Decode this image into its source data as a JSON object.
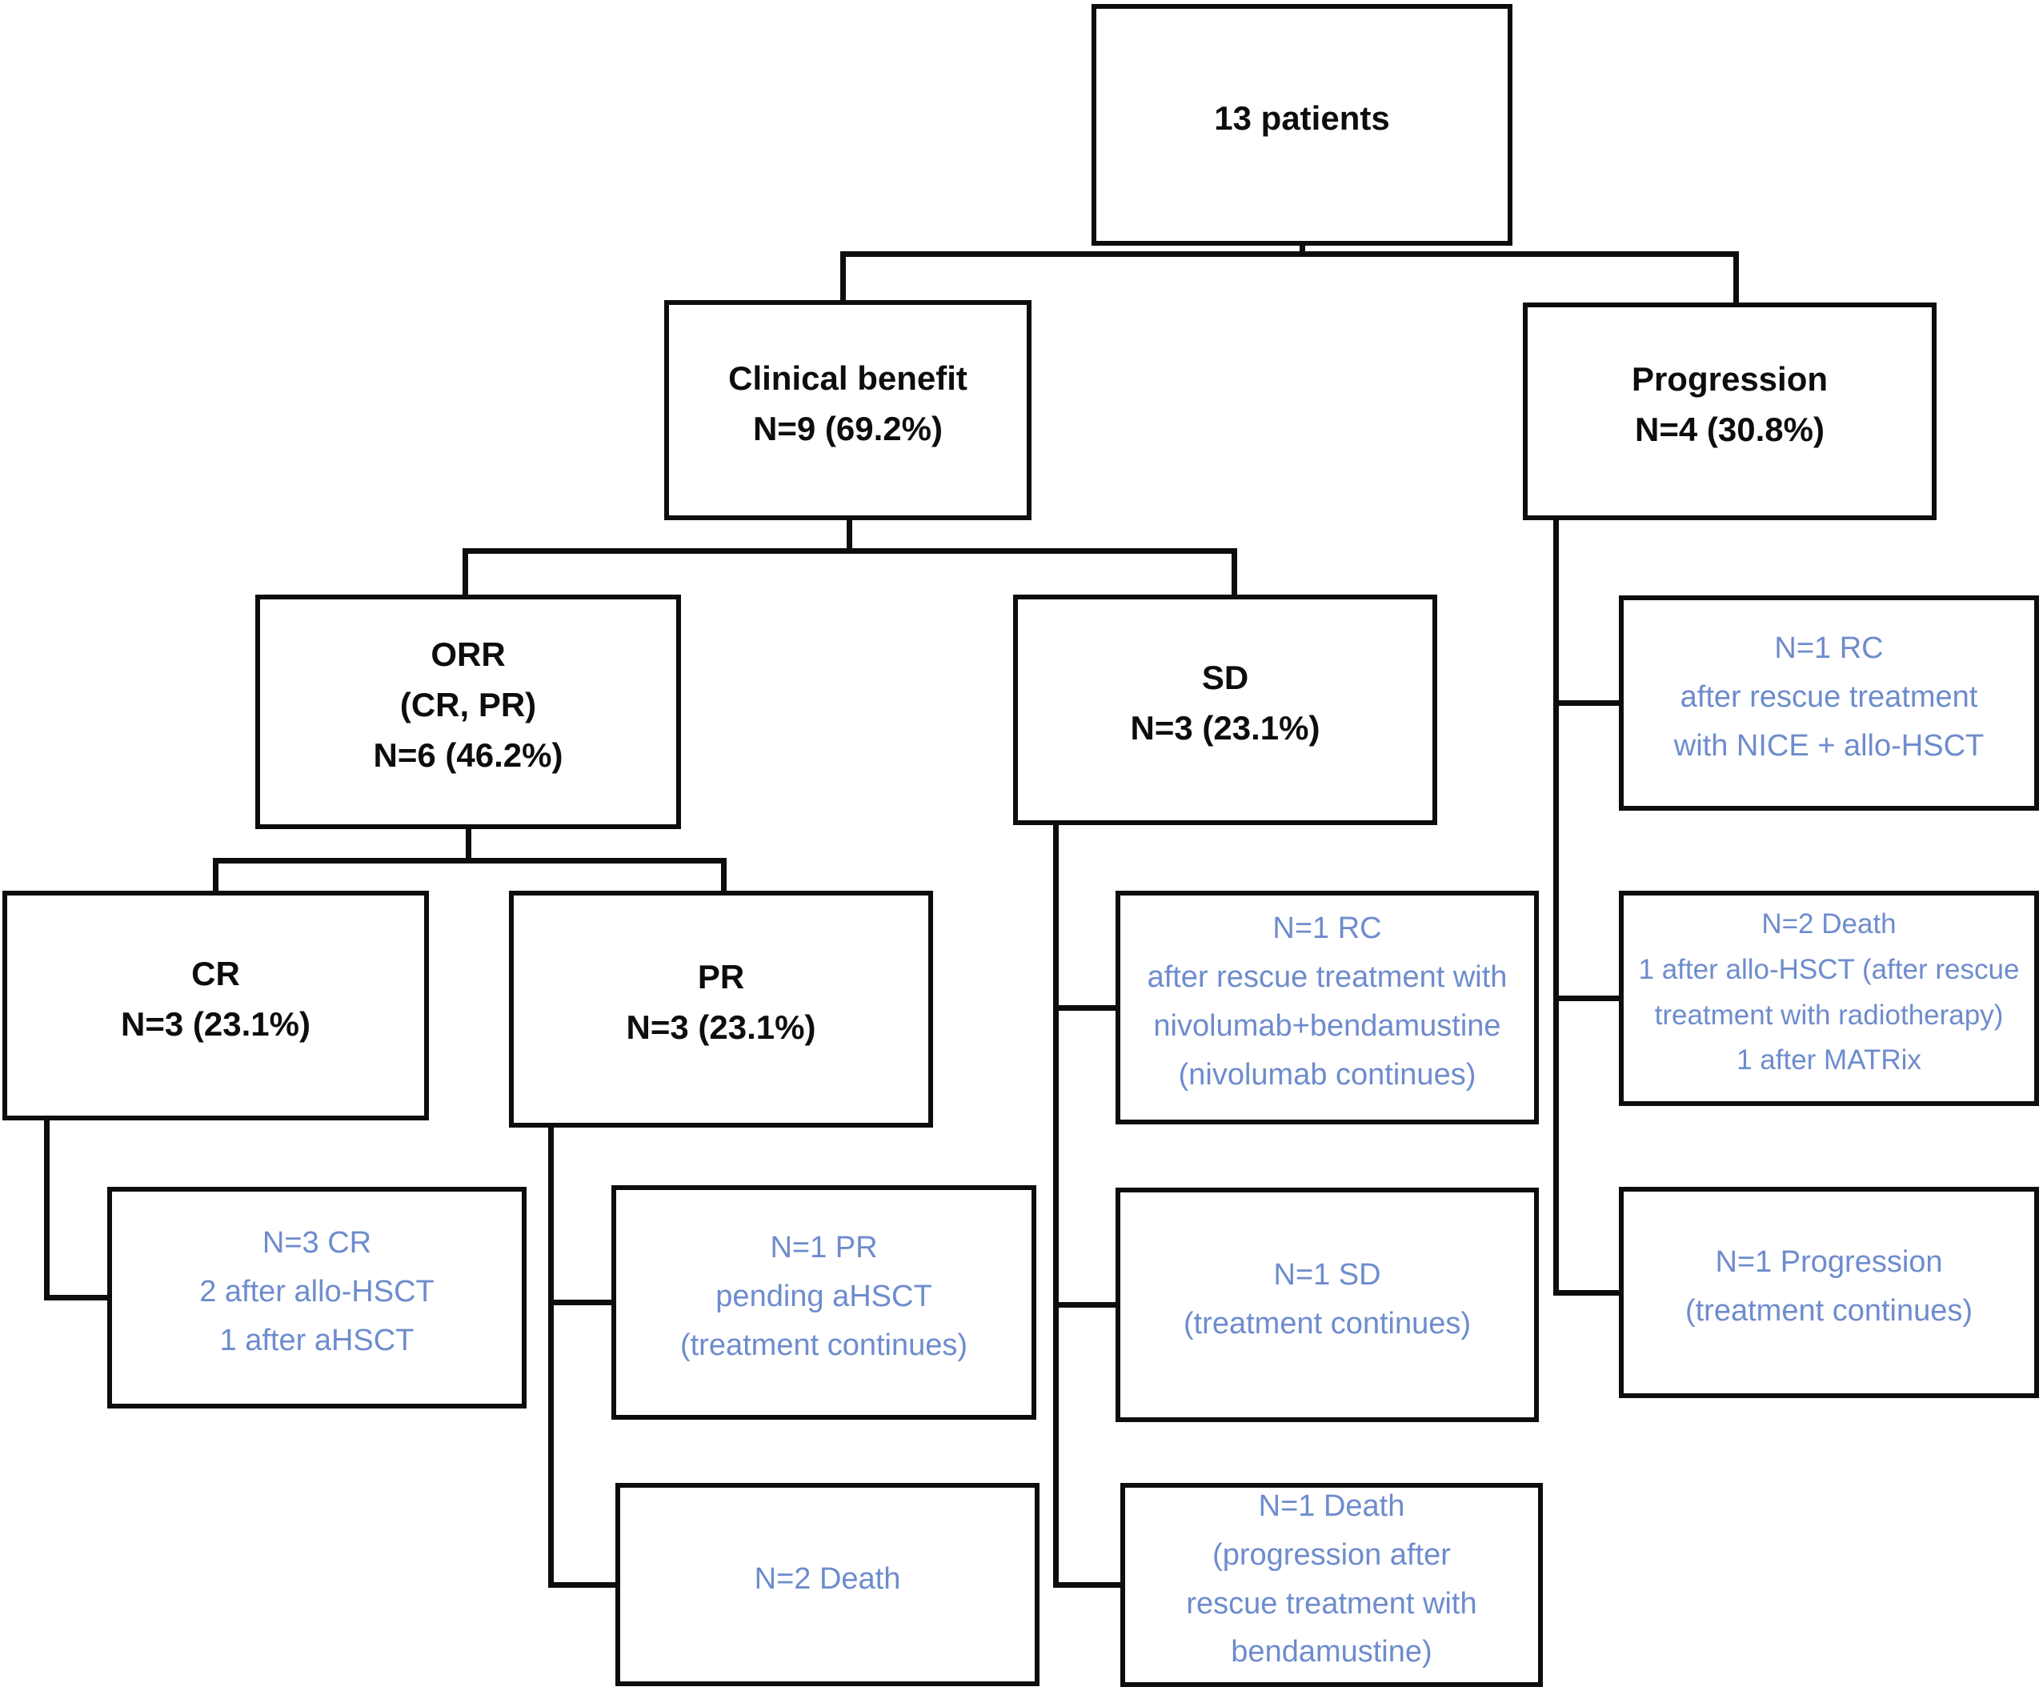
{
  "colors": {
    "box_border": "#0d0d0d",
    "parent_text": "#0d0d0d",
    "leaf_text": "#6e8ccd",
    "background": "#ffffff"
  },
  "nodes": {
    "patients": {
      "text": "13 patients"
    },
    "clinical": {
      "text": "Clinical benefit\nN=9 (69.2%)"
    },
    "progression": {
      "text": "Progression\nN=4 (30.8%)"
    },
    "orr": {
      "text": "ORR\n(CR, PR)\nN=6 (46.2%)"
    },
    "sd": {
      "text": "SD\nN=3 (23.1%)"
    },
    "cr": {
      "text": "CR\nN=3 (23.1%)"
    },
    "pr": {
      "text": "PR\nN=3 (23.1%)"
    },
    "cr_outcome": {
      "text": "N=3 CR\n2 after allo-HSCT\n1 after aHSCT"
    },
    "pr_outcome_1": {
      "text": "N=1 PR\npending aHSCT\n(treatment continues)"
    },
    "pr_outcome_2": {
      "text": "N=2 Death"
    },
    "sd_outcome_1": {
      "text": "N=1 RC\nafter rescue treatment with\nnivolumab+bendamustine\n(nivolumab continues)"
    },
    "sd_outcome_2": {
      "text": "N=1 SD\n(treatment continues)"
    },
    "sd_outcome_3": {
      "text": "N=1 Death\n(progression after\nrescue treatment with\nbendamustine)"
    },
    "prog_outcome_1": {
      "text": "N=1 RC\nafter rescue treatment\nwith NICE + allo-HSCT"
    },
    "prog_outcome_2": {
      "text": "N=2 Death\n1 after allo-HSCT (after rescue\ntreatment with radiotherapy)\n1 after MATRix"
    },
    "prog_outcome_3": {
      "text": "N=1 Progression\n(treatment continues)"
    }
  }
}
